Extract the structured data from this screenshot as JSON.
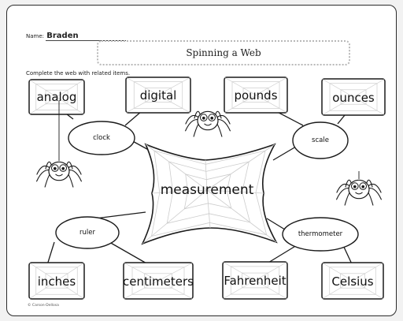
{
  "header": {
    "name_label": "Name:",
    "name_value": "Braden",
    "title": "Spinning a Web",
    "instructions": "Complete the web with related items."
  },
  "center": {
    "label": "measurement"
  },
  "ovals": {
    "clock": "clock",
    "scale": "scale",
    "ruler": "ruler",
    "thermometer": "thermometer"
  },
  "boxes": {
    "analog": "analog",
    "digital": "digital",
    "pounds": "pounds",
    "ounces": "ounces",
    "inches": "inches",
    "centimeters": "centimeters",
    "fahrenheit": "Fahrenheit",
    "celsius": "Celsius"
  },
  "footer": {
    "copyright": "© Carson-Dellosa"
  },
  "colors": {
    "ink": "#1a1a1a",
    "web": "#cccccc",
    "banner": "#b8b8b8",
    "page": "#ffffff"
  }
}
